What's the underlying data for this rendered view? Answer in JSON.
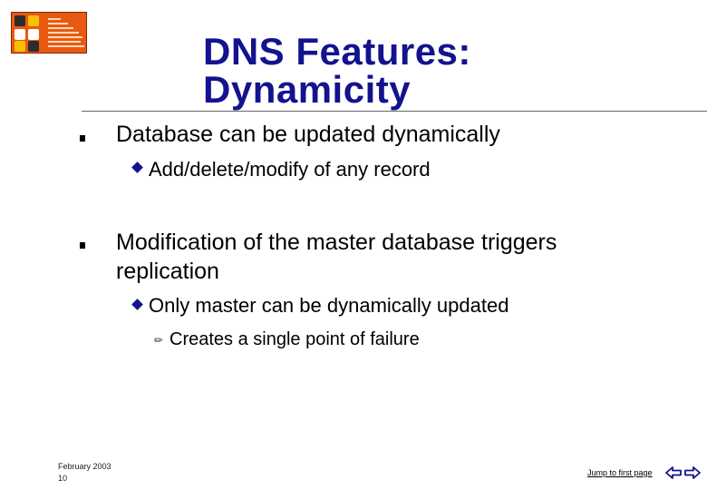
{
  "slide": {
    "title_line1": "DNS Features:",
    "title_line2": "Dynamicity",
    "bullets": {
      "b1": "Database can be updated dynamically",
      "b1_sub1": "Add/delete/modify of any record",
      "b2_line1": "Modification of the master database triggers",
      "b2_line2": "replication",
      "b2_sub1": "Only master can be dynamically updated",
      "b2_sub1_sub1": "Creates a single point of failure"
    }
  },
  "footer": {
    "date": "February 2003",
    "page_number": "10",
    "jump_link": "Jump to first page"
  },
  "colors": {
    "title": "#13138f",
    "logo_background": "#e85a12",
    "nav_arrows": "#13138f"
  },
  "icons": {
    "logo": "organization-logo",
    "bullet_level1": "square-bullet",
    "bullet_level2": "diamond-bullet",
    "bullet_level3": "pencil-bullet",
    "nav_prev": "left-arrow-icon",
    "nav_next": "right-arrow-icon"
  }
}
